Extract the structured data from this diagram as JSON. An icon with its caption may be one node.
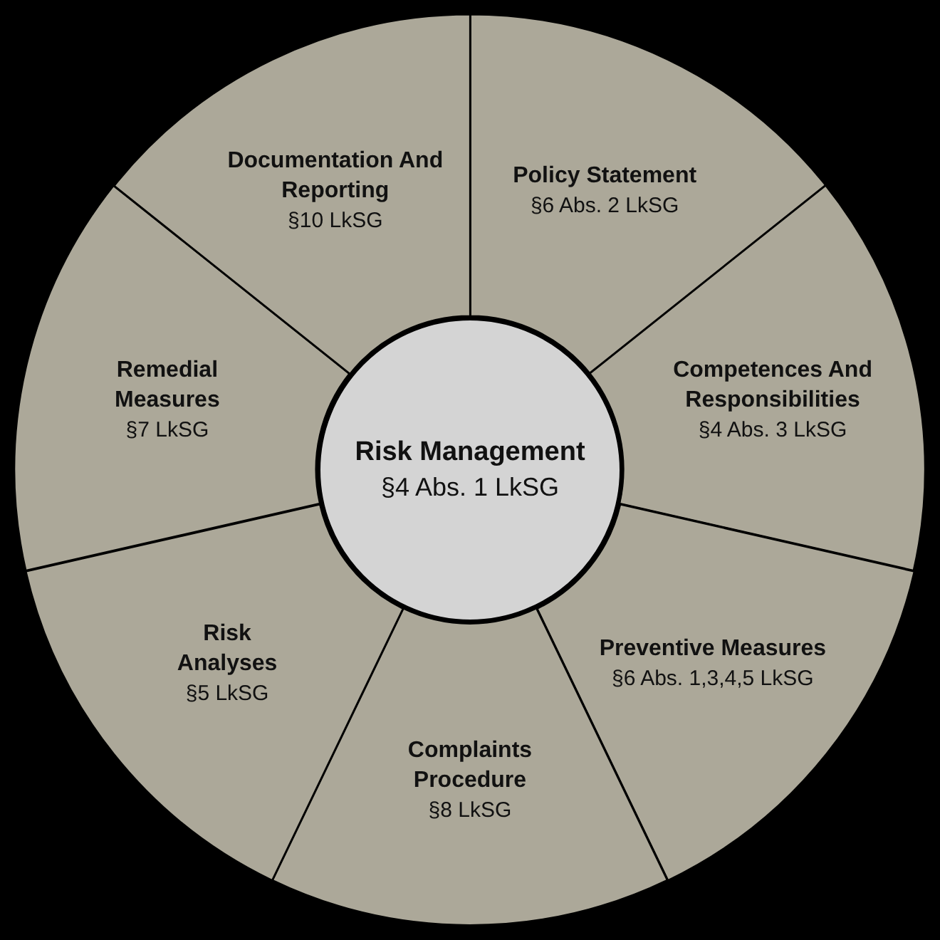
{
  "diagram": {
    "nodes": [
      {
        "text": [
          "Policy Statement",
          "§6 Abs. 2 LkSG"
        ]
      },
      {
        "text": [
          "Competences And Responsibilities",
          "§4 Abs. 3 LkSG"
        ]
      },
      {
        "text": [
          "Preventive Measures",
          "§6 Abs. 1,3,4,5 LkSG"
        ]
      },
      {
        "text": [
          "Complaints Procedure",
          "§8 LkSG"
        ]
      },
      {
        "text": [
          "Risk Analyses",
          "§5 LkSG"
        ]
      },
      {
        "text": [
          "Remedial Measures",
          "§7 LkSG"
        ]
      },
      {
        "text": [
          "Documentation And Reporting",
          "§10 LkSG"
        ]
      },
      {
        "text": [
          "Risk Management",
          "§4 Abs. 1 LkSG"
        ]
      }
    ]
  }
}
